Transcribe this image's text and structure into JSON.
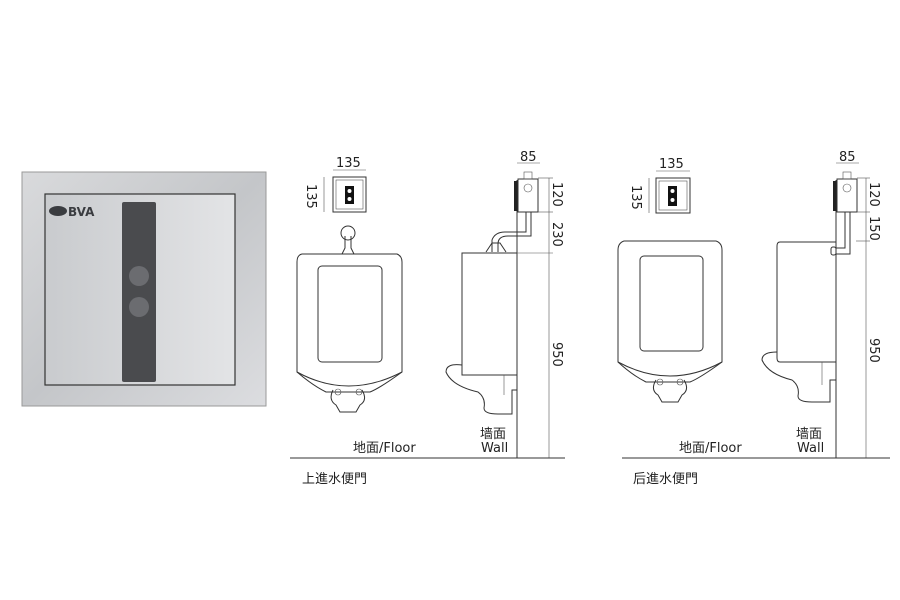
{
  "product_photo": {
    "brand": "BVA"
  },
  "diagrams": [
    {
      "title": "上進水便門",
      "dims": {
        "top_width": "135",
        "top_height": "135",
        "valve_depth": "85",
        "valve_height": "120",
        "pipe_height": "230",
        "mount_height": "950"
      },
      "floor_label": "地面/Floor",
      "wall_label_cn": "墙面",
      "wall_label_en": "Wall"
    },
    {
      "title": "后進水便門",
      "dims": {
        "top_width": "135",
        "top_height": "135",
        "valve_depth": "85",
        "valve_height": "120",
        "pipe_height": "150",
        "mount_height": "950"
      },
      "floor_label": "地面/Floor",
      "wall_label_cn": "墙面",
      "wall_label_en": "Wall"
    }
  ]
}
